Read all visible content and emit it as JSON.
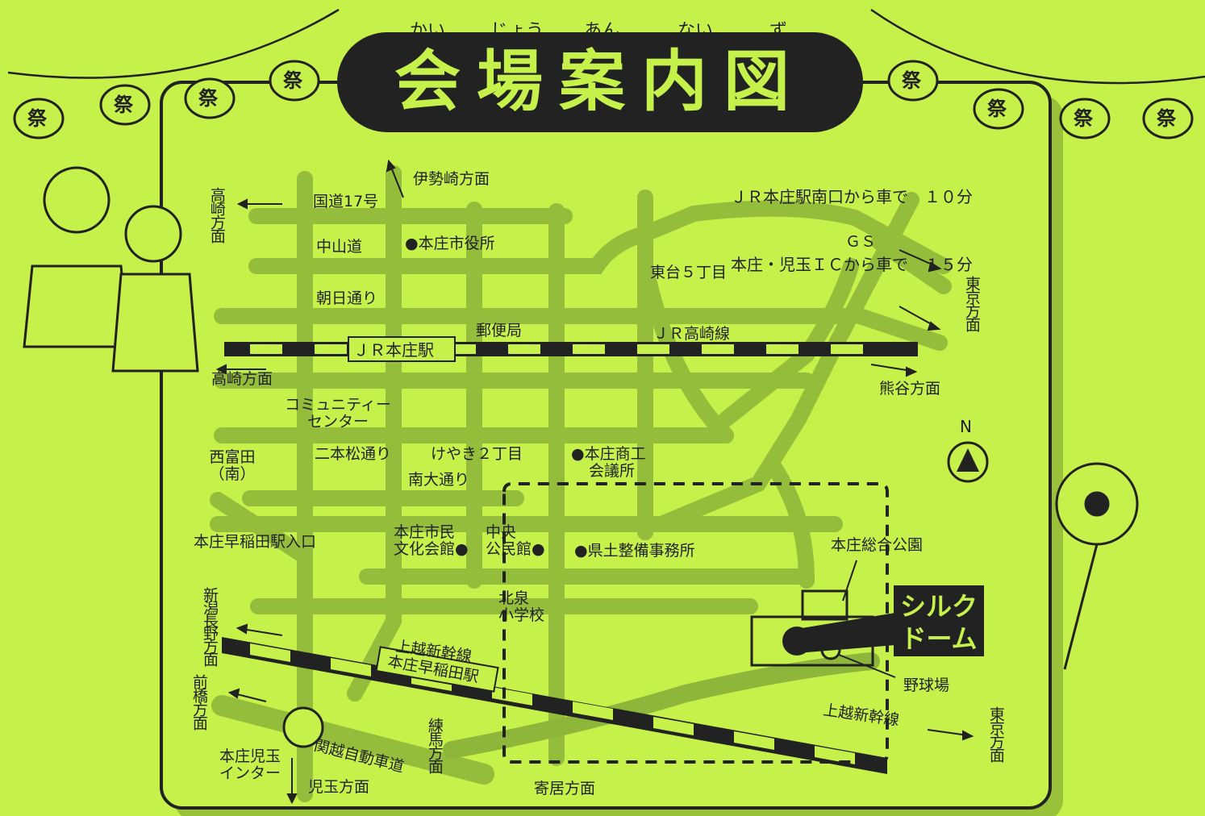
{
  "title": {
    "text": "会場案内図",
    "ruby": [
      "かい",
      "じょう",
      "あん",
      "ない",
      "ず"
    ]
  },
  "lantern_char": "祭",
  "access": {
    "lines": [
      "ＪＲ本庄駅南口から車で　１０分",
      "本庄・児玉ＩＣから車で　１５分"
    ]
  },
  "venue": {
    "name_line1": "シルク",
    "name_line2": "ドーム",
    "park": "本庄総合公園",
    "baseball": "野球場"
  },
  "north": "N",
  "stations": {
    "jr_honjo": "ＪＲ本庄駅",
    "honjo_waseda": "本庄早稲田駅"
  },
  "lines_rail": {
    "jr_takasaki": "ＪＲ高崎線",
    "joetsu_1": "上越新幹線",
    "joetsu_2": "上越新幹線"
  },
  "directions": {
    "isesaki": "伊勢崎方面",
    "takasaki_top": "高崎方面",
    "takasaki_mid": "高崎方面",
    "tokyo_right": "東京方面",
    "kumagaya": "熊谷方面",
    "niigata": "新潟長野方面",
    "maebashi": "前橋方面",
    "kodama": "児玉方面",
    "nerima": "練馬方面",
    "yorii": "寄居方面",
    "tokyo_bottom": "東京方面"
  },
  "roads": {
    "route17": "国道17号",
    "nakasendo": "中山道",
    "asahi": "朝日通り",
    "nihonmatsu": "二本松通り",
    "minamiodori": "南大通り",
    "kanetsu": "関越自動車道"
  },
  "places": {
    "city_office": "●本庄市役所",
    "higashidai": "東台５丁目",
    "gs": "ＧＳ",
    "post": "郵便局",
    "community_1": "コミュニティー",
    "community_2": "センター",
    "nishitomita_1": "西富田",
    "nishitomita_2": "（南）",
    "keyaki": "けやき２丁目",
    "chamber_1": "●本庄商工",
    "chamber_2": "会議所",
    "civic_1": "本庄市民",
    "civic_2": "文化会館●",
    "kominkan_1": "中央",
    "kominkan_2": "公民館●",
    "prefectural": "●県土整備事務所",
    "waseda_entrance": "本庄早稲田駅入口",
    "kitaizumi_1": "北泉",
    "kitaizumi_2": "小学校",
    "interchange_1": "本庄児玉",
    "interchange_2": "インター"
  }
}
